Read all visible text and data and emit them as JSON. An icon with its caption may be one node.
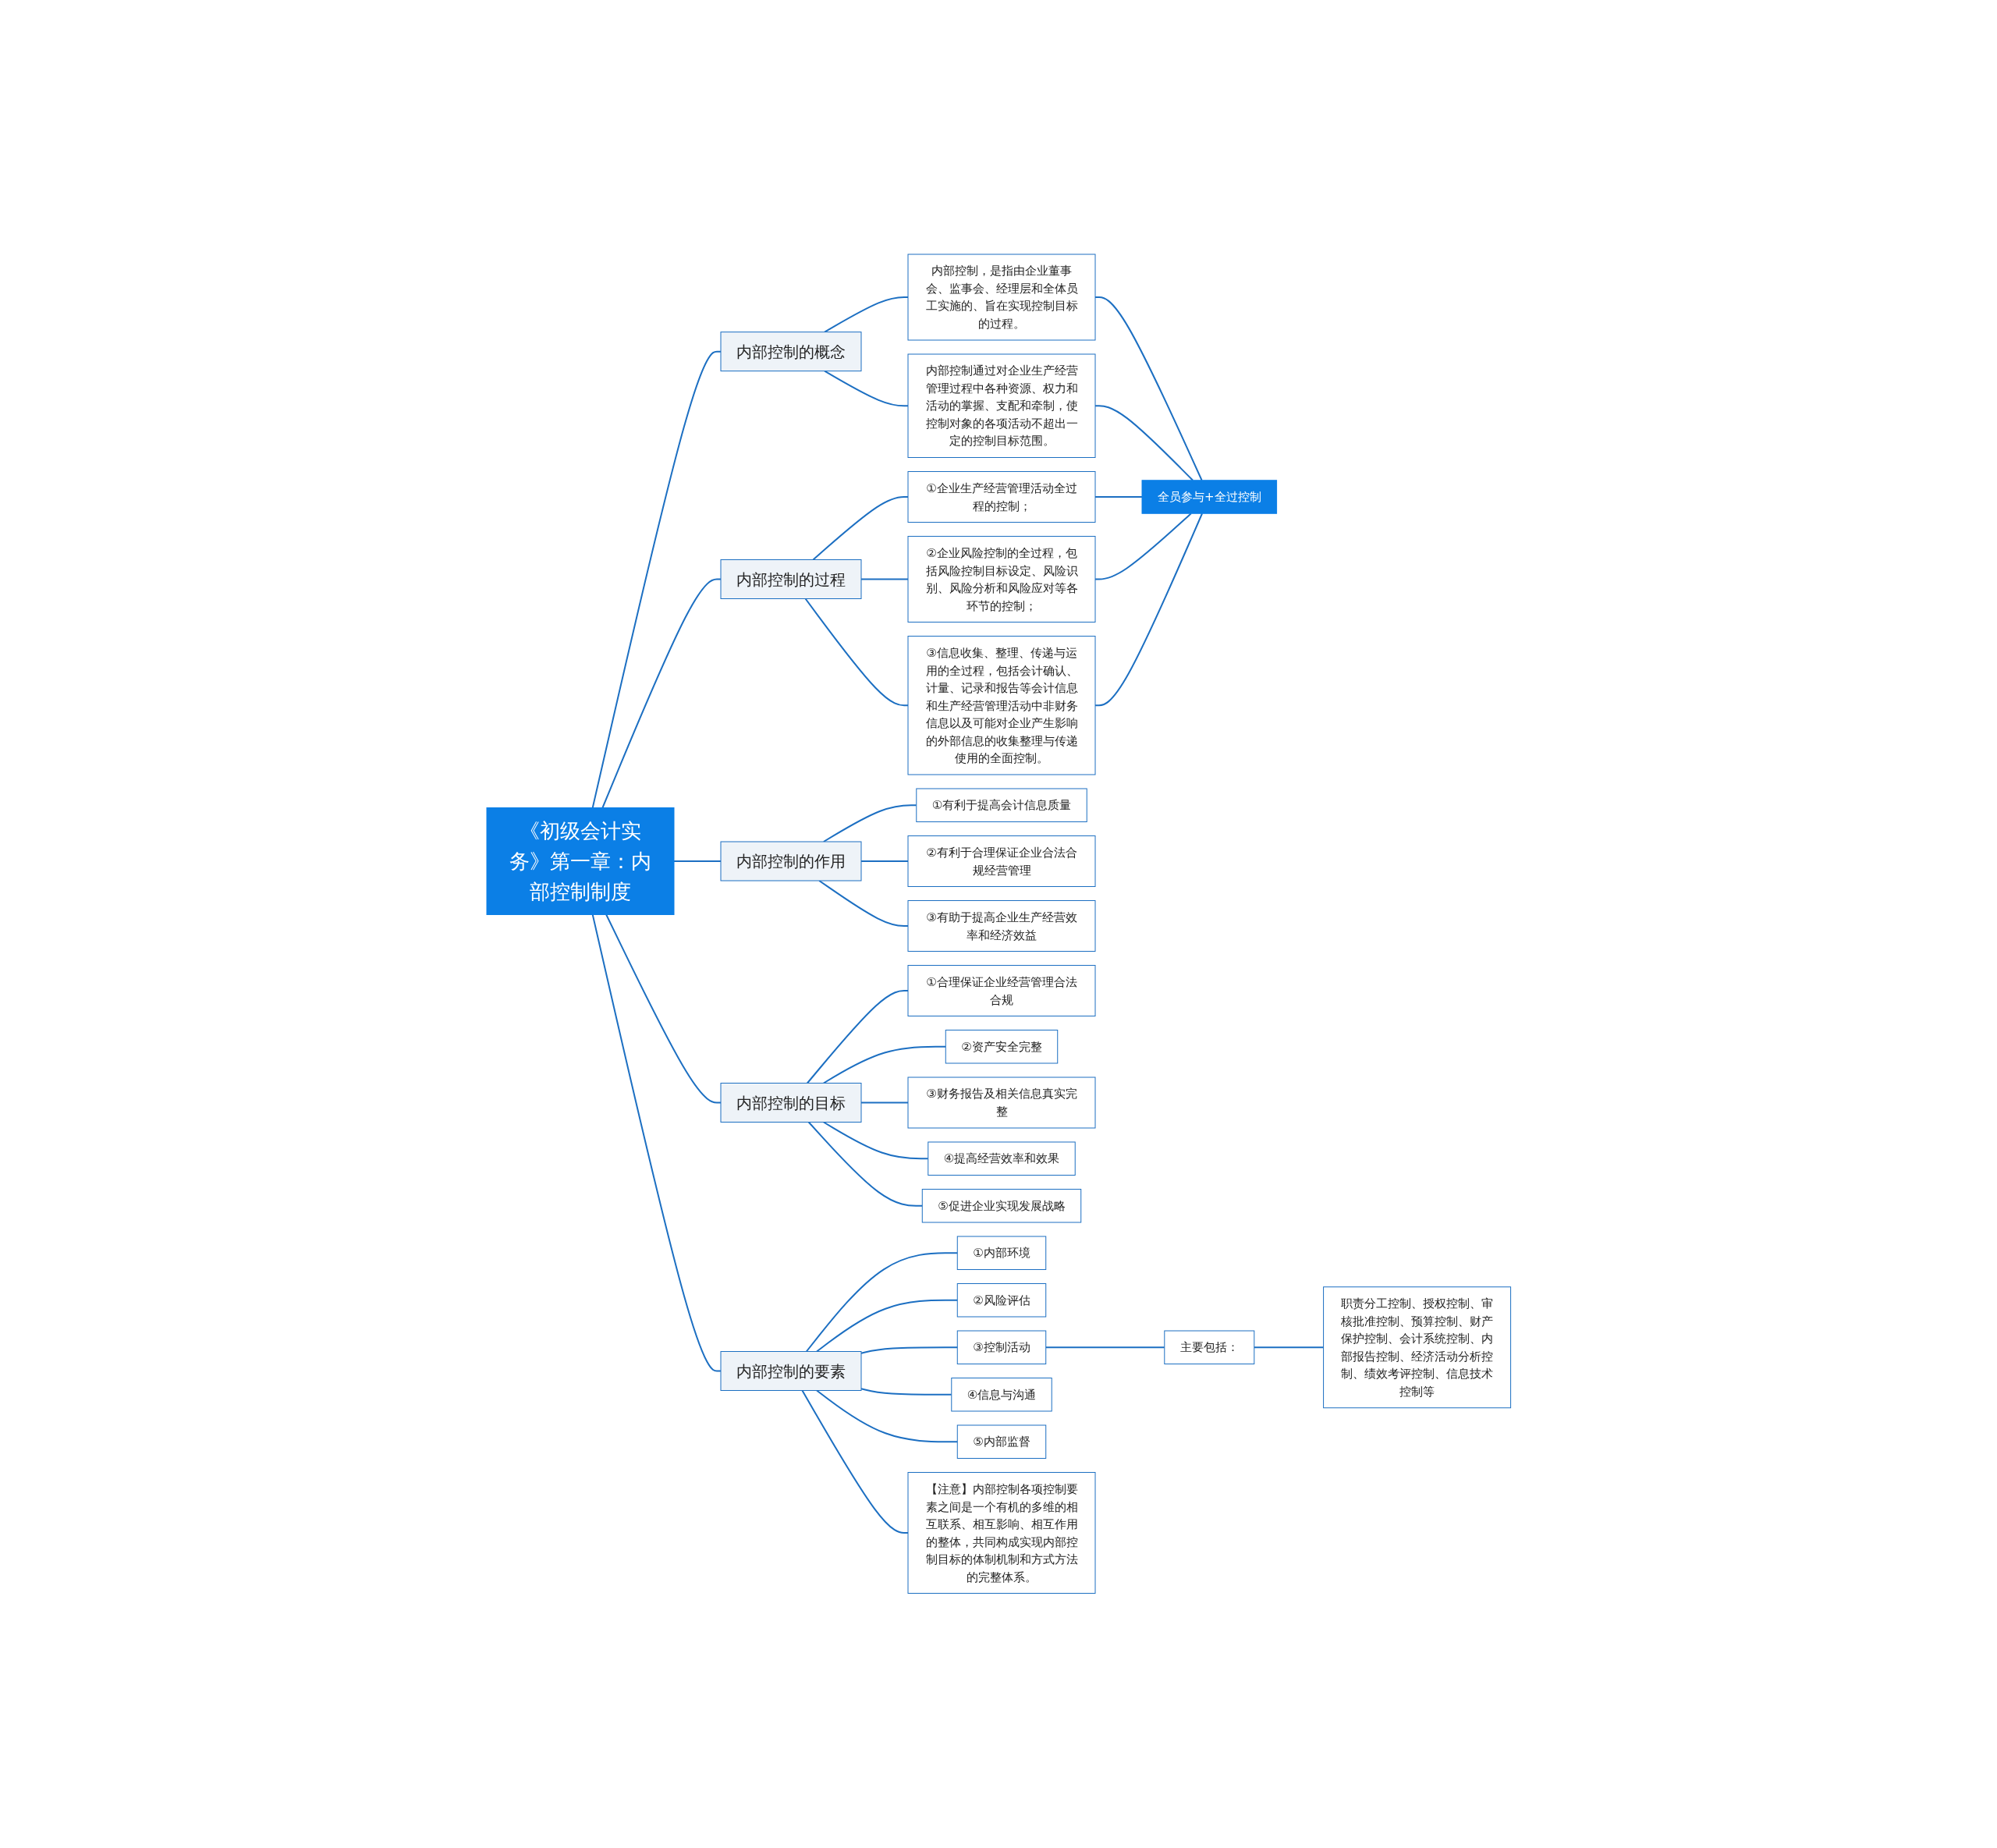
{
  "diagram": {
    "nodes": [
      {
        "text": [
          "《初级会计实务》第一章：内部控制制度"
        ]
      },
      {
        "text": [
          "内部控制的概念"
        ]
      },
      {
        "text": [
          "内部控制，是指由企业董事会、监事会、经理层和全体员工实施的、旨在实现控制目标的过程。"
        ]
      },
      {
        "text": [
          "内部控制通过对企业生产经营管理过程中各种资源、权力和活动的掌握、支配和牵制，使控制对象的各项活动不超出一定的控制目标范围。"
        ]
      },
      {
        "text": [
          "内部控制的过程"
        ]
      },
      {
        "text": [
          "①企业生产经营管理活动全过程的控制；"
        ]
      },
      {
        "text": [
          "②企业风险控制的全过程，包括风险控制目标设定、风险识别、风险分析和风险应对等各环节的控制；"
        ]
      },
      {
        "text": [
          "③信息收集、整理、传递与运用的全过程，包括会计确认、计量、记录和报告等会计信息和生产经营管理活动中非财务信息以及可能对企业产生影响的外部信息的收集整理与传递使用的全面控制。"
        ]
      },
      {
        "text": [
          "内部控制的作用"
        ]
      },
      {
        "text": [
          "①有利于提高会计信息质量"
        ]
      },
      {
        "text": [
          "②有利于合理保证企业合法合规经营管理"
        ]
      },
      {
        "text": [
          "③有助于提高企业生产经营效率和经济效益"
        ]
      },
      {
        "text": [
          "内部控制的目标"
        ]
      },
      {
        "text": [
          "①合理保证企业经营管理合法合规"
        ]
      },
      {
        "text": [
          "②资产安全完整"
        ]
      },
      {
        "text": [
          "③财务报告及相关信息真实完整"
        ]
      },
      {
        "text": [
          "④提高经营效率和效果"
        ]
      },
      {
        "text": [
          "⑤促进企业实现发展战略"
        ]
      },
      {
        "text": [
          "内部控制的要素"
        ]
      },
      {
        "text": [
          "①内部环境"
        ]
      },
      {
        "text": [
          "②风险评估"
        ]
      },
      {
        "text": [
          "③控制活动"
        ]
      },
      {
        "text": [
          "主要包括："
        ]
      },
      {
        "text": [
          "职责分工控制、授权控制、审核批准控制、预算控制、财产保护控制、会计系统控制、内部报告控制、经济活动分析控制、绩效考评控制、信息技术控制等"
        ]
      },
      {
        "text": [
          "④信息与沟通"
        ]
      },
      {
        "text": [
          "⑤内部监督"
        ]
      },
      {
        "text": [
          "【注意】内部控制各项控制要素之间是一个有机的多维的相互联系、相互影响、相互作用的整体，共同构成实现内部控制目标的体制机制和方式方法的完整体系。"
        ]
      },
      {
        "text": [
          "全员参与+全过控制"
        ]
      }
    ],
    "edges": [
      {
        "from": 0,
        "to": 1,
        "arrow": "none"
      },
      {
        "from": 0,
        "to": 4,
        "arrow": "none"
      },
      {
        "from": 0,
        "to": 8,
        "arrow": "none"
      },
      {
        "from": 0,
        "to": 12,
        "arrow": "none"
      },
      {
        "from": 0,
        "to": 18,
        "arrow": "none"
      },
      {
        "from": 1,
        "to": 2,
        "arrow": "none"
      },
      {
        "from": 1,
        "to": 3,
        "arrow": "none"
      },
      {
        "from": 4,
        "to": 5,
        "arrow": "none"
      },
      {
        "from": 4,
        "to": 6,
        "arrow": "none"
      },
      {
        "from": 4,
        "to": 7,
        "arrow": "none"
      },
      {
        "from": 8,
        "to": 9,
        "arrow": "none"
      },
      {
        "from": 8,
        "to": 10,
        "arrow": "none"
      },
      {
        "from": 8,
        "to": 11,
        "arrow": "none"
      },
      {
        "from": 12,
        "to": 13,
        "arrow": "none"
      },
      {
        "from": 12,
        "to": 14,
        "arrow": "none"
      },
      {
        "from": 12,
        "to": 15,
        "arrow": "none"
      },
      {
        "from": 12,
        "to": 16,
        "arrow": "none"
      },
      {
        "from": 12,
        "to": 17,
        "arrow": "none"
      },
      {
        "from": 18,
        "to": 19,
        "arrow": "none"
      },
      {
        "from": 18,
        "to": 20,
        "arrow": "none"
      },
      {
        "from": 18,
        "to": 21,
        "arrow": "none"
      },
      {
        "from": 21,
        "to": 22,
        "arrow": "none"
      },
      {
        "from": 22,
        "to": 23,
        "arrow": "none"
      },
      {
        "from": 18,
        "to": 24,
        "arrow": "none"
      },
      {
        "from": 18,
        "to": 25,
        "arrow": "none"
      },
      {
        "from": 18,
        "to": 26,
        "arrow": "none"
      },
      {
        "from": 2,
        "to": 27,
        "arrow": "none"
      },
      {
        "from": 3,
        "to": 27,
        "arrow": "none"
      },
      {
        "from": 5,
        "to": 27,
        "arrow": "none"
      },
      {
        "from": 6,
        "to": 27,
        "arrow": "none"
      },
      {
        "from": 7,
        "to": 27,
        "arrow": "none"
      }
    ]
  }
}
